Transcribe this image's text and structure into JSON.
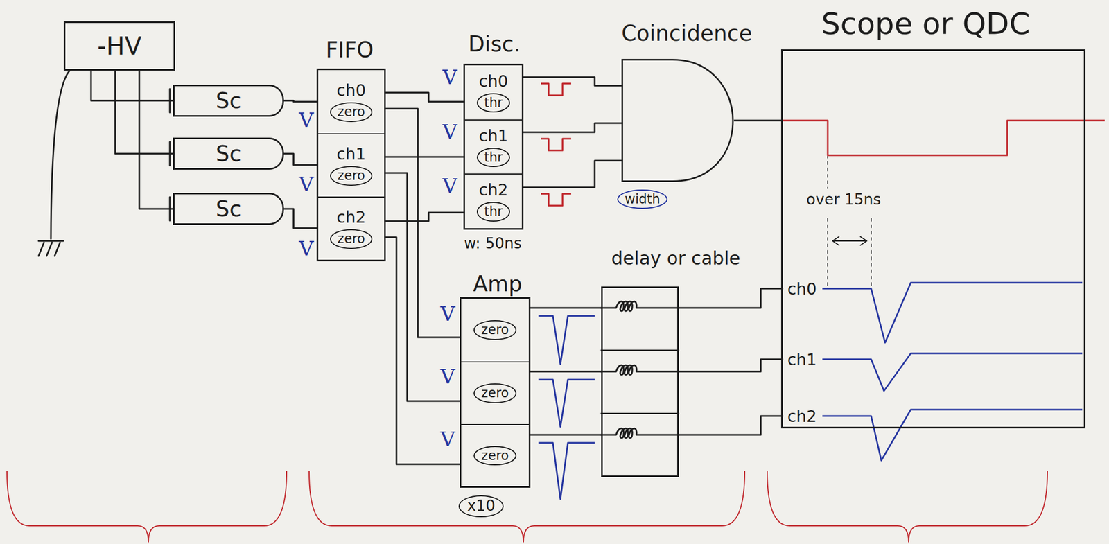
{
  "diagram": {
    "nodes": [
      {
        "text": [
          "-HV"
        ]
      },
      {
        "text": [
          "Sc"
        ]
      },
      {
        "text": [
          "Sc"
        ]
      },
      {
        "text": [
          "Sc"
        ]
      },
      {
        "text": [
          "FIFO"
        ]
      },
      {
        "text": [
          "ch0",
          "zero"
        ],
        "in": 4
      },
      {
        "text": [
          "ch1",
          "zero"
        ],
        "in": 4
      },
      {
        "text": [
          "ch2",
          "zero"
        ],
        "in": 4
      },
      {
        "text": [
          "Disc."
        ]
      },
      {
        "text": [
          "ch0",
          "thr"
        ],
        "in": 8
      },
      {
        "text": [
          "ch1",
          "thr"
        ],
        "in": 8
      },
      {
        "text": [
          "ch2",
          "thr"
        ],
        "in": 8
      },
      {
        "text": [
          "Coincidence",
          "width"
        ]
      },
      {
        "text": [
          "Amp"
        ]
      },
      {
        "text": [
          "zero"
        ],
        "in": 13
      },
      {
        "text": [
          "zero"
        ],
        "in": 13
      },
      {
        "text": [
          "zero"
        ],
        "in": 13
      },
      {
        "text": [
          "delay or cable"
        ]
      },
      {
        "text": [
          "Scope or QDC"
        ]
      },
      {
        "text": [
          "ch0"
        ],
        "in": 18
      },
      {
        "text": [
          "ch1"
        ],
        "in": 18
      },
      {
        "text": [
          "ch2"
        ],
        "in": 18
      }
    ],
    "edges": [
      {
        "from": 0,
        "to": 1,
        "arrow": "none"
      },
      {
        "from": 0,
        "to": 2,
        "arrow": "none"
      },
      {
        "from": 0,
        "to": 3,
        "arrow": "none"
      },
      {
        "from": 1,
        "to": 5,
        "arrow": "none"
      },
      {
        "from": 2,
        "to": 6,
        "arrow": "none"
      },
      {
        "from": 3,
        "to": 7,
        "arrow": "none"
      },
      {
        "from": 5,
        "to": 9,
        "arrow": "none"
      },
      {
        "from": 6,
        "to": 10,
        "arrow": "none"
      },
      {
        "from": 7,
        "to": 11,
        "arrow": "none"
      },
      {
        "from": 5,
        "to": 14,
        "arrow": "none"
      },
      {
        "from": 6,
        "to": 15,
        "arrow": "none"
      },
      {
        "from": 7,
        "to": 16,
        "arrow": "none"
      },
      {
        "from": 9,
        "to": 12,
        "arrow": "none"
      },
      {
        "from": 10,
        "to": 12,
        "arrow": "none"
      },
      {
        "from": 11,
        "to": 12,
        "arrow": "none"
      },
      {
        "from": 14,
        "to": 17,
        "arrow": "none"
      },
      {
        "from": 15,
        "to": 17,
        "arrow": "none"
      },
      {
        "from": 16,
        "to": 17,
        "arrow": "none"
      },
      {
        "from": 17,
        "to": 19,
        "arrow": "none"
      },
      {
        "from": 17,
        "to": 20,
        "arrow": "none"
      },
      {
        "from": 17,
        "to": 21,
        "arrow": "none"
      },
      {
        "from": 12,
        "to": 18,
        "arrow": "none"
      }
    ],
    "labels": [
      "V",
      "V",
      "V",
      "V",
      "V",
      "V",
      "w: 50ns",
      "V",
      "V",
      "V",
      "x10",
      "over 15ns"
    ]
  }
}
